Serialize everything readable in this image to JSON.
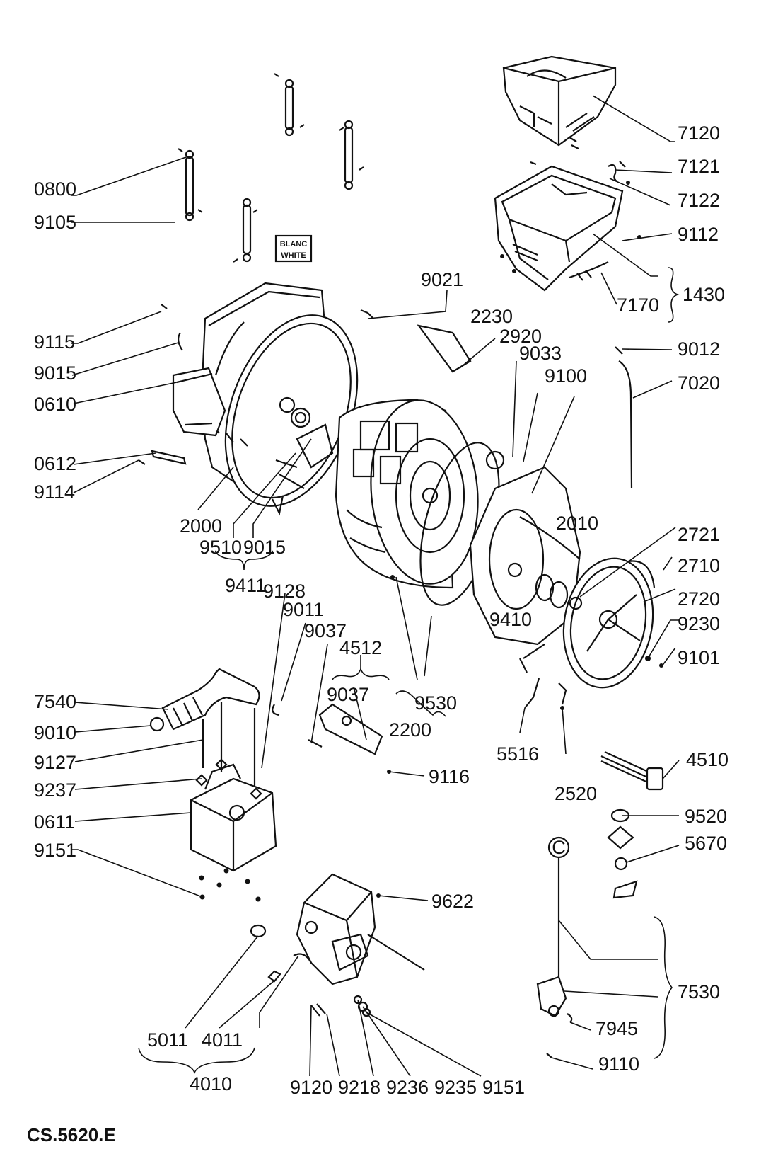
{
  "diagram": {
    "code": "CS.5620.E",
    "tag_text": [
      "BLANC",
      "WHITE"
    ],
    "circle_marker": "C",
    "labels": {
      "l7120": "7120",
      "l7121": "7121",
      "l7122": "7122",
      "l9112": "9112",
      "l1430": "1430",
      "l7170": "7170",
      "l0800": "0800",
      "l9105": "9105",
      "l9021": "9021",
      "l2230": "2230",
      "l2920": "2920",
      "l9033": "9033",
      "l9100": "9100",
      "l9012": "9012",
      "l7020": "7020",
      "l9115": "9115",
      "l9015a": "9015",
      "l0610": "0610",
      "l0612": "0612",
      "l9114": "9114",
      "l2000": "2000",
      "l9510": "9510",
      "l9015b": "9015",
      "l9411": "9411",
      "l9128": "9128",
      "l2010": "2010",
      "l2721": "2721",
      "l2710": "2710",
      "l2720": "2720",
      "l9230": "9230",
      "l9101": "9101",
      "l9410": "9410",
      "l9011": "9011",
      "l9037a": "9037",
      "l4512": "4512",
      "l9037b": "9037",
      "l9530": "9530",
      "l2200": "2200",
      "l7540": "7540",
      "l9010": "9010",
      "l9127": "9127",
      "l9237": "9237",
      "l0611": "0611",
      "l9151a": "9151",
      "l9116": "9116",
      "l5516": "5516",
      "l2520": "2520",
      "l4510": "4510",
      "l9520": "9520",
      "l5670": "5670",
      "l9622": "9622",
      "l7530": "7530",
      "l7945": "7945",
      "l9110": "9110",
      "l5011": "5011",
      "l4011": "4011",
      "l4010": "4010",
      "l9120": "9120",
      "l9218": "9218",
      "l9236": "9236",
      "l9235": "9235",
      "l9151b": "9151"
    }
  }
}
